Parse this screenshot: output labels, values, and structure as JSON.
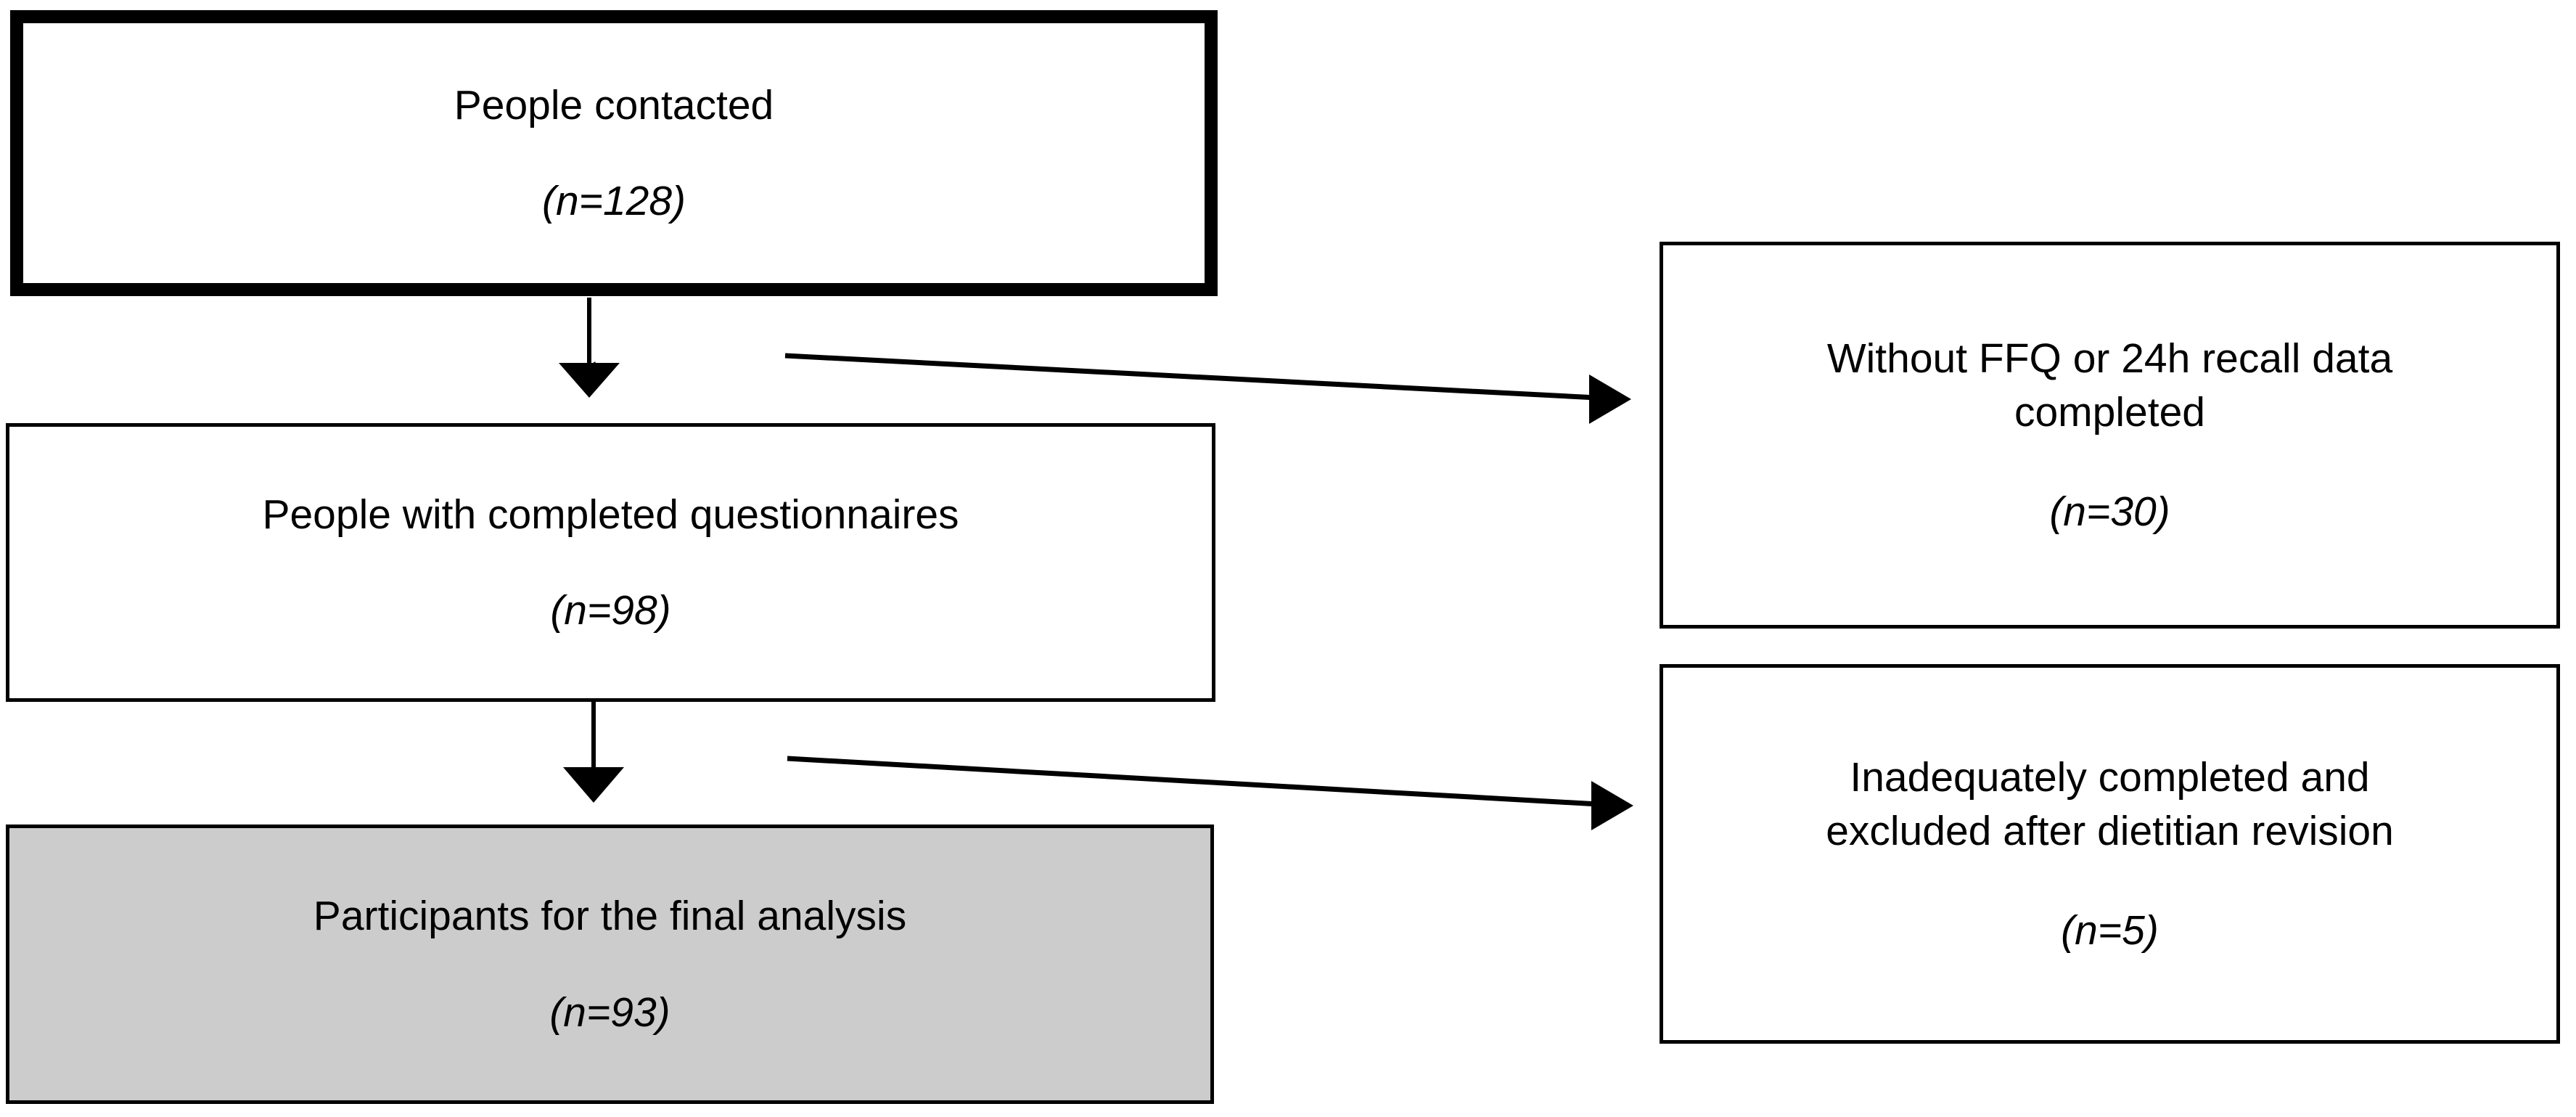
{
  "diagram": {
    "type": "flowchart",
    "title": "Participant flow diagram",
    "colors": {
      "stroke": "#000000",
      "box_fill": "#ffffff",
      "highlight_fill": "#cccccc"
    },
    "boxes": {
      "people_contacted": {
        "title": "People contacted",
        "count": "(n=128)"
      },
      "completed_questionnaires": {
        "title": "People with completed questionnaires",
        "count": "(n=98)"
      },
      "final_participants": {
        "title": "Participants for the final analysis",
        "count": "(n=93)"
      },
      "without_data": {
        "title": "Without FFQ or 24h recall data\ncompleted",
        "count": "(n=30)"
      },
      "inadequate": {
        "title": "Inadequately completed and\nexcluded after dietitian revision",
        "count": "(n=5)"
      }
    },
    "connectors": [
      {
        "name": "contacted-to-completed",
        "kind": "vertical-arrow"
      },
      {
        "name": "contacted-to-without-data",
        "kind": "diagonal-arrow"
      },
      {
        "name": "completed-to-final",
        "kind": "vertical-arrow"
      },
      {
        "name": "completed-to-inadequate",
        "kind": "diagonal-arrow"
      }
    ]
  }
}
